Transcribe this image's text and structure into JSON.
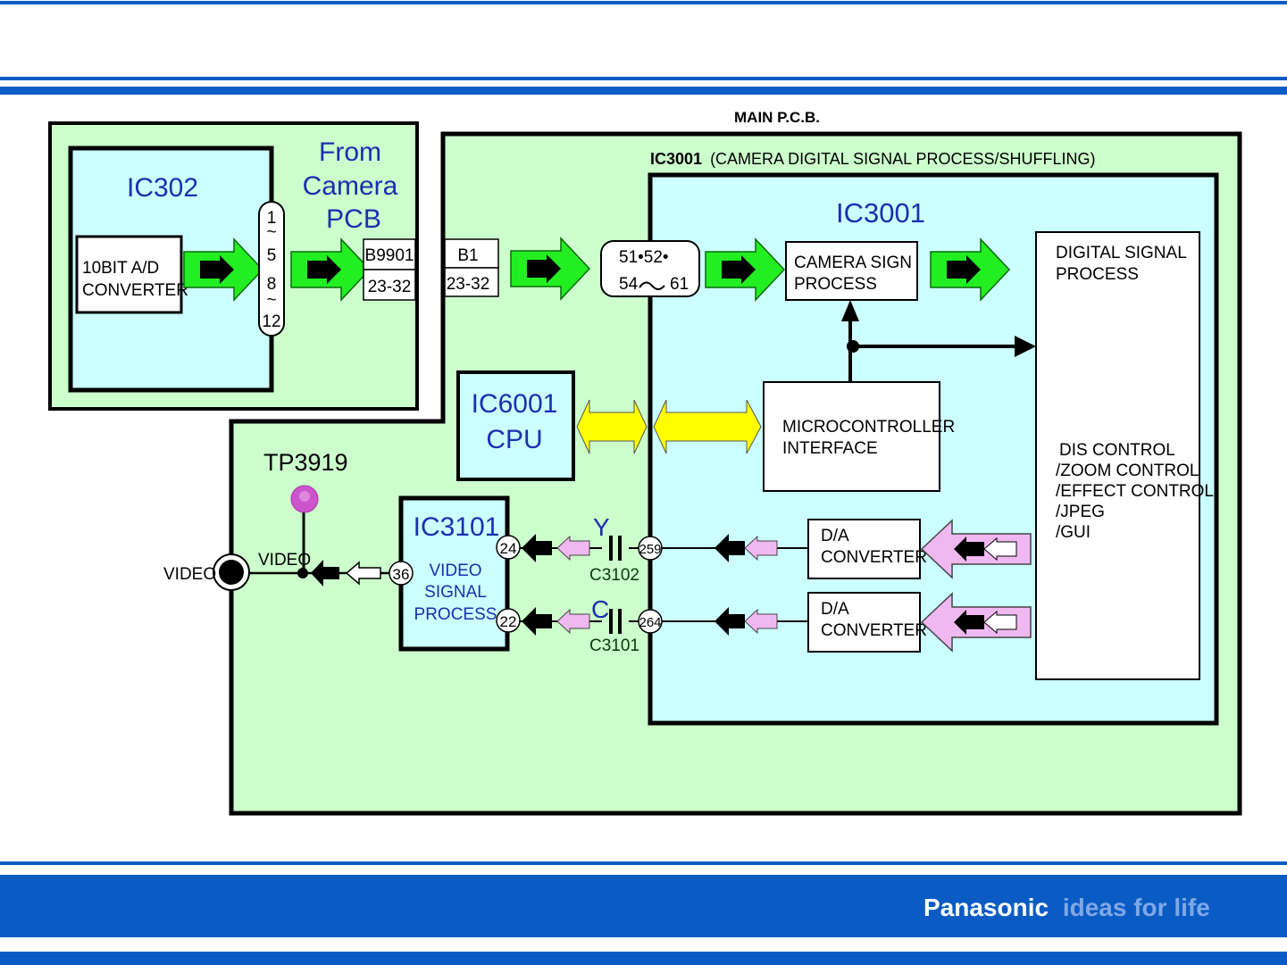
{
  "colors": {
    "header_blue": "#0a5cc4",
    "pcb_green": "#ccffcc",
    "ic_cyan": "#ccffff",
    "arrow_green": "#22ee22",
    "arrow_yellow": "#ffff00",
    "arrow_pink": "#f0b8f0",
    "testpoint_purple": "#cc55cc",
    "label_blue": "#1a2fb0"
  },
  "camera_pcb": {
    "ic_label": "IC302",
    "adc_line1": "10BIT A/D",
    "adc_line2": "CONVERTER",
    "pins": [
      "1",
      "~",
      "5",
      "8",
      "~",
      "12"
    ],
    "from_line1": "From",
    "from_line2": "Camera",
    "from_line3": "PCB",
    "connector_name": "B9901",
    "connector_pins": "23-32"
  },
  "main_pcb": {
    "title": "MAIN P.C.B.",
    "connector_name": "B1",
    "connector_pins": "23-32",
    "ic3001_caption_bold": "IC3001",
    "ic3001_caption_rest": "(CAMERA DIGITAL SIGNAL PROCESS/SHUFFLING)",
    "ic3001_label": "IC3001",
    "input_pins_line1": "51•52•",
    "input_pins_line2a": "54",
    "input_pins_line2b": "61",
    "camera_sign_line1": "CAMERA SIGN",
    "camera_sign_line2": "PROCESS",
    "dsp_line1": "DIGITAL SIGNAL",
    "dsp_line2": "PROCESS",
    "dsp_functions": [
      "DIS CONTROL",
      "/ZOOM CONTROL",
      "/EFFECT CONTROL",
      "/JPEG",
      "/GUI"
    ],
    "micro_line1": "MICROCONTROLLER",
    "micro_line2": "INTERFACE",
    "cpu_line1": "IC6001",
    "cpu_line2": "CPU",
    "dac1_line1": "D/A",
    "dac1_line2": "CONVERTER",
    "dac2_line1": "D/A",
    "dac2_line2": "CONVERTER",
    "pin_259": "259",
    "pin_264": "264",
    "y_label": "Y",
    "c_label": "C",
    "cap_y": "C3102",
    "cap_c": "C3101",
    "ic3101_label": "IC3101",
    "ic3101_line1": "VIDEO",
    "ic3101_line2": "SIGNAL",
    "ic3101_line3": "PROCESS",
    "pin_24": "24",
    "pin_22": "22",
    "pin_36": "36",
    "testpoint": "TP3919",
    "video_inner": "VIDEO",
    "video_outer": "VIDEO"
  },
  "footer": {
    "brand": "Panasonic",
    "tagline": "ideas for life"
  }
}
